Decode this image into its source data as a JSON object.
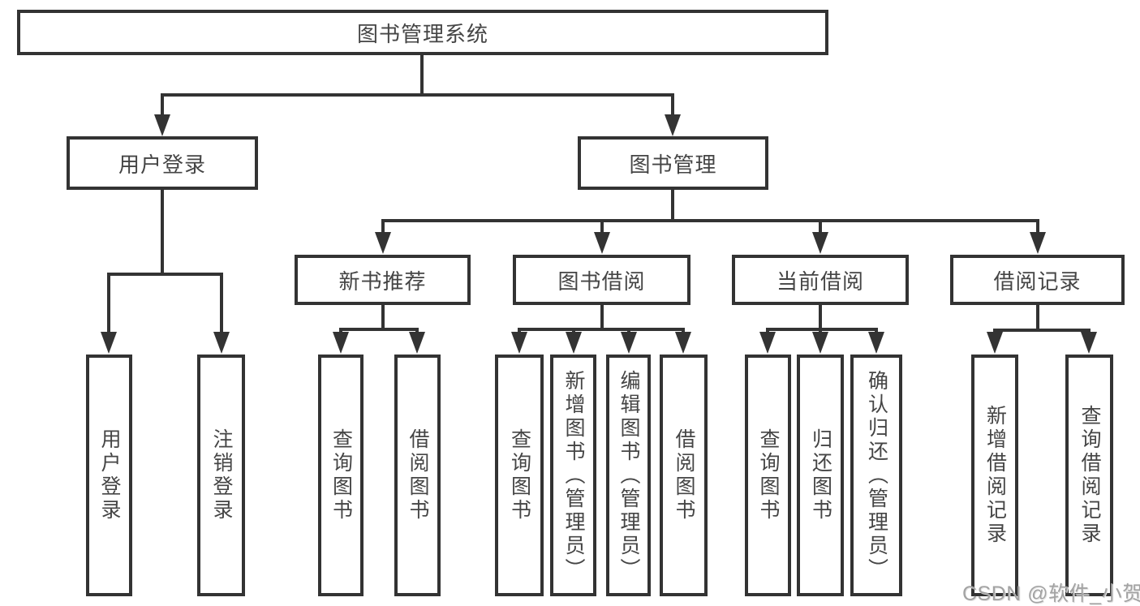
{
  "diagram": {
    "root": {
      "label": "图书管理系统"
    },
    "branches": [
      {
        "label": "用户登录",
        "children": [
          {
            "label": "用户登录"
          },
          {
            "label": "注销登录"
          }
        ]
      },
      {
        "label": "图书管理",
        "sections": [
          {
            "label": "新书推荐",
            "children": [
              {
                "label": "查询图书"
              },
              {
                "label": "借阅图书"
              }
            ]
          },
          {
            "label": "图书借阅",
            "children": [
              {
                "label": "查询图书"
              },
              {
                "label": "新增图书（管理员）"
              },
              {
                "label": "编辑图书（管理员）"
              },
              {
                "label": "借阅图书"
              }
            ]
          },
          {
            "label": "当前借阅",
            "children": [
              {
                "label": "查询图书"
              },
              {
                "label": "归还图书"
              },
              {
                "label": "确认归还（管理员）"
              }
            ]
          },
          {
            "label": "借阅记录",
            "children": [
              {
                "label": "新增借阅记录"
              },
              {
                "label": "查询借阅记录"
              }
            ]
          }
        ]
      }
    ]
  },
  "watermark": {
    "text": "CSDN @软件_小贺同学"
  },
  "colors": {
    "line": "#333333",
    "box_border": "#333333",
    "text": "#454545",
    "watermark": "#a3a3a3",
    "background": "#ffffff"
  }
}
